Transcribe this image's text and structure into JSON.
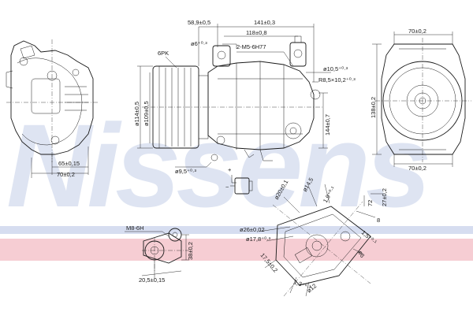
{
  "watermark": "Nissens",
  "colors": {
    "line": "#1a1a1a",
    "watermark": "#c9d3ea",
    "stripe_blue": "#d6ddf0",
    "stripe_red": "#f6cdd3"
  },
  "dimensions": {
    "d_58_9": "58,9±0,5",
    "d_141": "141±0,3",
    "d_118": "118±0,8",
    "d_6_plus": "ø6⁺⁰·³",
    "thread_m5": "2-M5-6H77",
    "belt_6pk": "6PK",
    "d_10_5": "ø10,5⁺⁰·³",
    "r8_5": "R8,5×10,2⁺⁰·³",
    "d_114": "ø114±0,5",
    "d_109": "ø109±0,5",
    "d_65": "65±0,15",
    "d_70_left": "70±0,2",
    "d_70_top": "70±0,2",
    "d_70_bottom": "70±0,2",
    "d_138": "138±0,2",
    "d_144": "144±0,7",
    "d_9_5": "ø9,5⁺⁰·³",
    "plus": "+",
    "minus": "−",
    "m8": "M8-6H",
    "d_20_5": "20,5±0,15",
    "d_38": "38±0,2",
    "d_26": "ø26±0,02",
    "d_17_8": "ø17,8⁺⁰·³",
    "d_20": "ø20±0,1",
    "d_14_5": "ø14,5",
    "d_1_9": "1,9⁺⁰·¹",
    "d_72": "72",
    "d_27": "27±0,2",
    "d_8": "8",
    "d_1_5": "1,5⁺⁰·¹",
    "d_12": "ø12",
    "d_1_3": "1,3⁺⁰·¹",
    "d_6b": "ø6",
    "d_17_5": "17,5±0,2"
  }
}
